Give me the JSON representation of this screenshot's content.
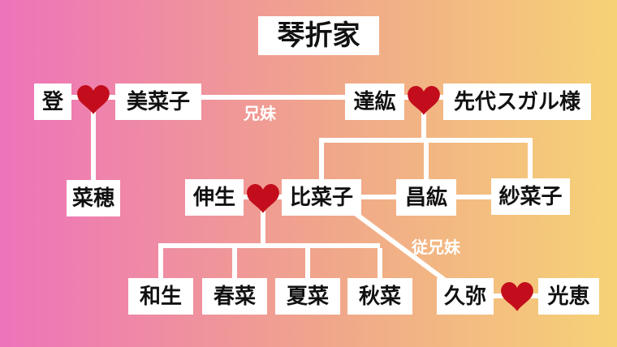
{
  "title": "琴折家",
  "relationship_labels": {
    "siblings": "兄妹",
    "cousins": "従兄妹"
  },
  "people": {
    "noboru": "登",
    "minako": "美菜子",
    "tatsuhiro": "達紘",
    "sendai_sugaru": "先代スガル様",
    "naho": "菜穂",
    "nobuo": "伸生",
    "hinako": "比菜子",
    "masahiro": "昌紘",
    "sanako": "紗菜子",
    "kazuo": "和生",
    "haruna": "春菜",
    "natsuna": "夏菜",
    "akina": "秋菜",
    "hisaya": "久弥",
    "mitsue": "光恵"
  },
  "relations": {
    "couples": [
      [
        "登",
        "美菜子"
      ],
      [
        "達紘",
        "先代スガル様"
      ],
      [
        "伸生",
        "比菜子"
      ],
      [
        "久弥",
        "光恵"
      ]
    ],
    "children": [
      {
        "parents": [
          "登",
          "美菜子"
        ],
        "children": [
          "菜穂"
        ]
      },
      {
        "parents": [
          "達紘",
          "先代スガル様"
        ],
        "children": [
          "比菜子",
          "昌紘",
          "紗菜子"
        ]
      },
      {
        "parents": [
          "伸生",
          "比菜子"
        ],
        "children": [
          "和生",
          "春菜",
          "夏菜",
          "秋菜"
        ]
      }
    ],
    "sibling_link": [
      "美菜子",
      "達紘"
    ],
    "cousin_link": [
      "比菜子",
      "久弥"
    ]
  },
  "colors": {
    "background_left": "#ee73bb",
    "background_mid": "#f0a58b",
    "background_right": "#f6d276",
    "heart": "#c30d1c",
    "line": "#ffffff",
    "box_background": "#ffffff",
    "box_text": "#111111",
    "label_text": "#ffffff"
  }
}
